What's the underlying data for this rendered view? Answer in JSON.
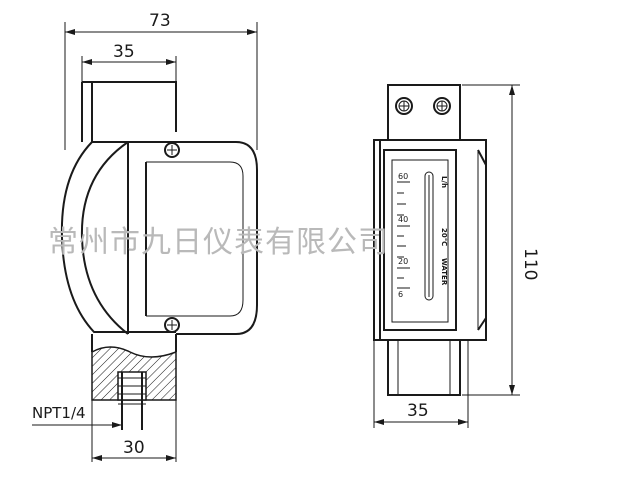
{
  "watermark": "常州市九日仪表有限公司",
  "left_view": {
    "dim_total_width": "73",
    "dim_cap_width": "35",
    "dim_bottom_width": "30",
    "thread_label": "NPT1/4"
  },
  "right_view": {
    "dim_height": "110",
    "dim_width": "35",
    "scale_ticks": [
      "60",
      "40",
      "20",
      "6"
    ],
    "unit_label": "L/h",
    "fluid_label": "WATER",
    "temp_label": "20℃"
  }
}
